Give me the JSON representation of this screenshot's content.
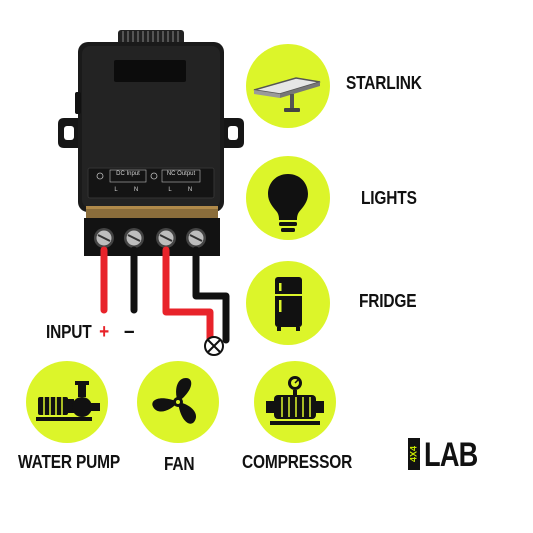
{
  "colors": {
    "accent": "#dcf52a",
    "icon": "#111111",
    "wire_red": "#e8232a",
    "wire_black": "#111111"
  },
  "module": {
    "terminal_left_header": "DC Input",
    "terminal_right_header": "NC Output",
    "terminal_left_pins": [
      "L",
      "N"
    ],
    "terminal_right_pins": [
      "L",
      "N"
    ]
  },
  "input": {
    "label": "INPUT",
    "positive": "+",
    "negative": "–"
  },
  "devices": [
    {
      "label": "STARLINK",
      "icon": "starlink-dish-icon"
    },
    {
      "label": "LIGHTS",
      "icon": "light-bulb-icon"
    },
    {
      "label": "FRIDGE",
      "icon": "fridge-icon"
    },
    {
      "label": "WATER PUMP",
      "icon": "water-pump-icon"
    },
    {
      "label": "FAN",
      "icon": "fan-icon"
    },
    {
      "label": "COMPRESSOR",
      "icon": "compressor-icon"
    }
  ],
  "brand": {
    "mark": "4X4",
    "word": "LAB"
  }
}
